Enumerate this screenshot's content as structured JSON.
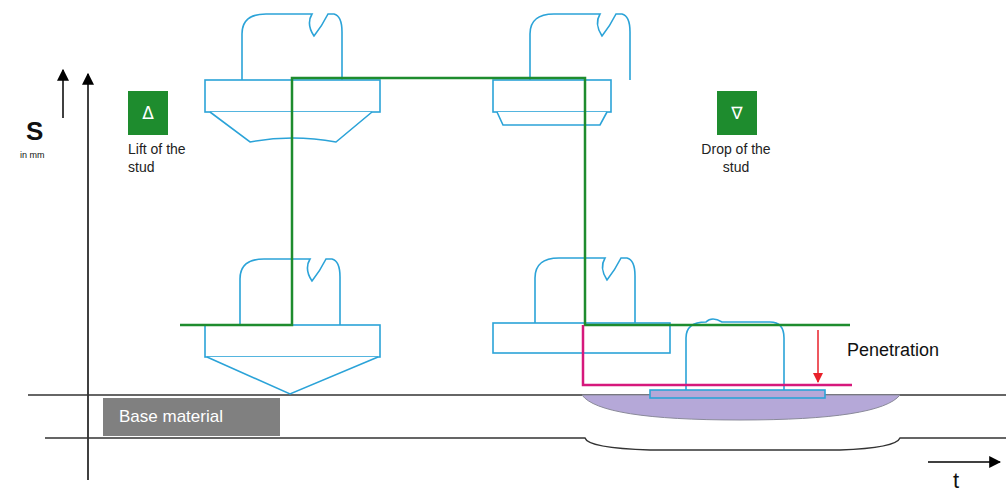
{
  "diagram": {
    "nodes": [
      {
        "text": [
          "Δ",
          "Lift of the stud"
        ]
      },
      {
        "text": [
          "∇",
          "Drop of the stud"
        ]
      },
      {
        "text": [
          "Base material"
        ]
      }
    ],
    "labels": [
      "S",
      "in mm",
      "Penetration",
      "t"
    ]
  }
}
